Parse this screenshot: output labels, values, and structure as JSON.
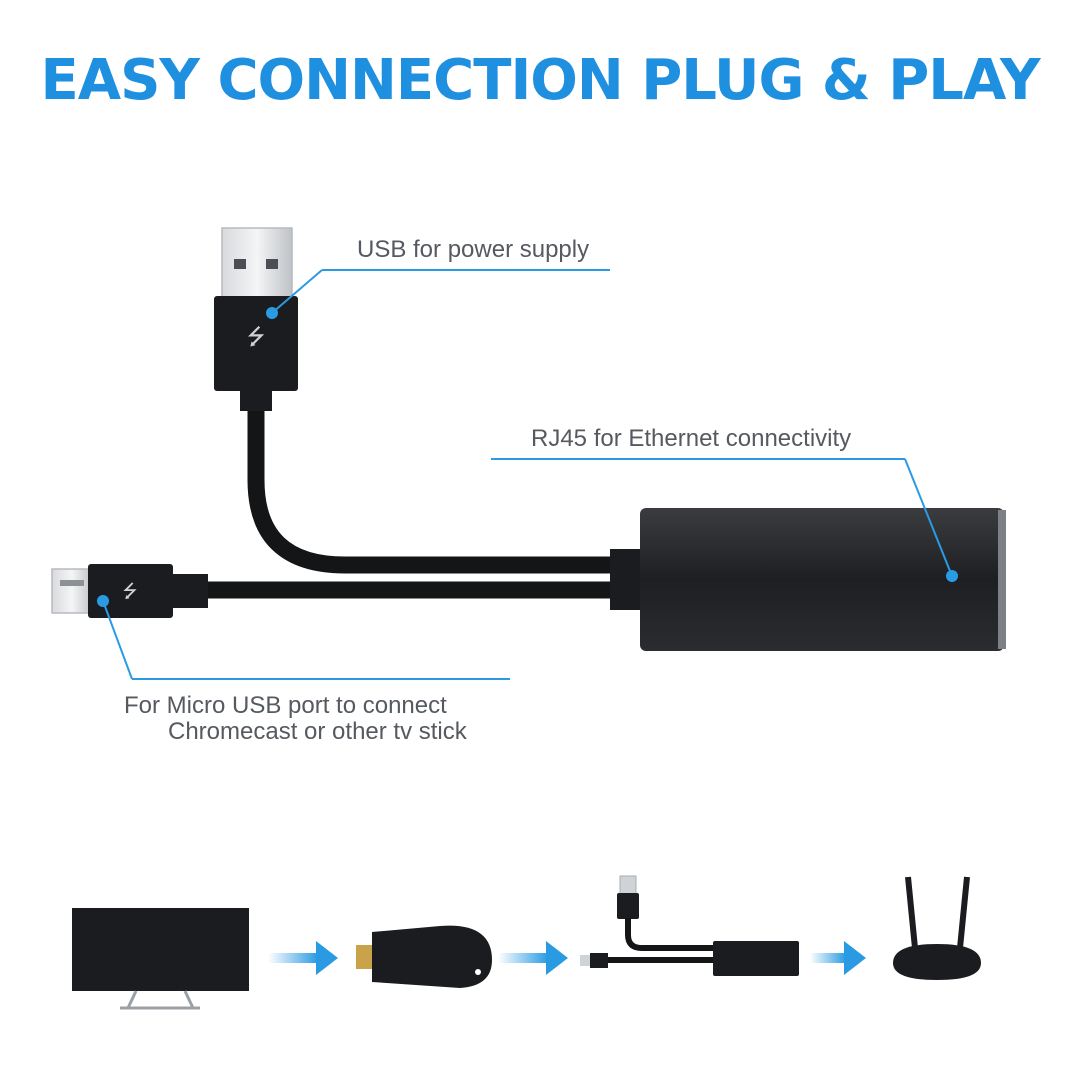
{
  "headline": "EASY CONNECTION PLUG & PLAY",
  "callouts": {
    "usb_power": "USB for power supply",
    "rj45": "RJ45 for Ethernet connectivity",
    "micro_usb_line1": "For Micro USB port to connect",
    "micro_usb_line2": "Chromecast or other tv stick"
  },
  "setup_steps": [
    "tv",
    "tv-stick-dongle",
    "ethernet-adapter",
    "router"
  ],
  "colors": {
    "accent": "#1f8fe0",
    "callout_line": "#2a9be3",
    "device_body": "#1c1d20",
    "text_gray": "#555a60"
  }
}
